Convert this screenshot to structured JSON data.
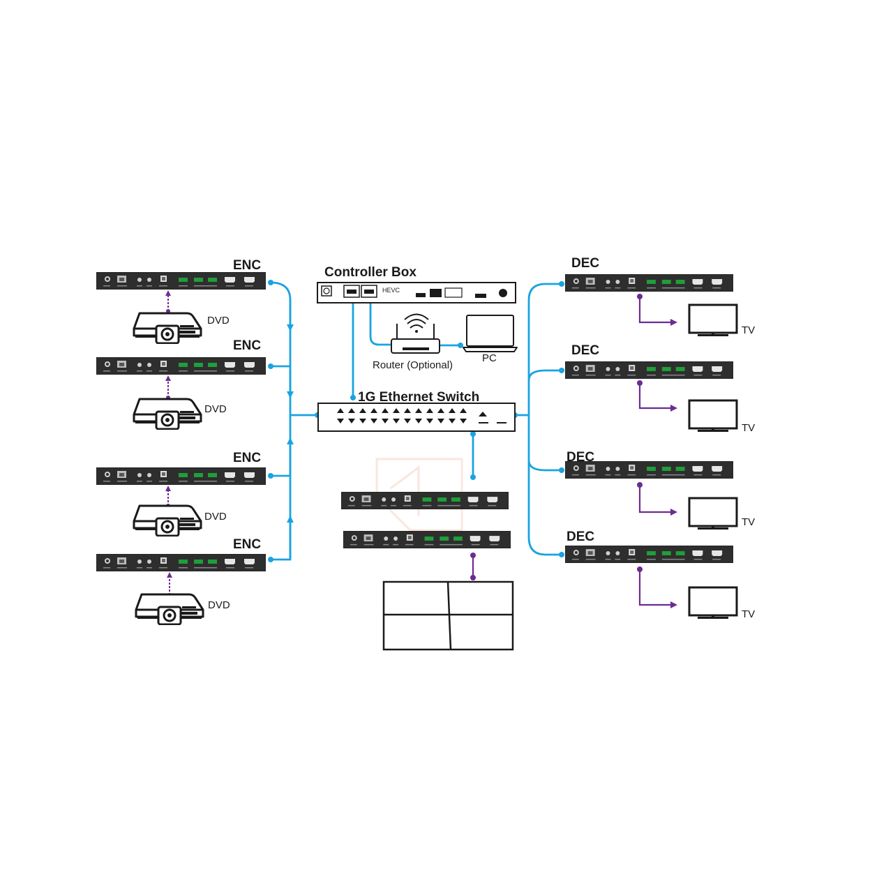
{
  "colors": {
    "network": "#1aa3e0",
    "hdmi": "#6b2c91",
    "device": "#2e2e2e",
    "terminal": "#1f9e3a"
  },
  "controller": {
    "title": "Controller Box",
    "model": "HEVC"
  },
  "router": {
    "label": "Router (Optional)"
  },
  "pc": {
    "label": "PC"
  },
  "switch": {
    "title": "1G Ethernet Switch"
  },
  "encoders": [
    {
      "label": "ENC",
      "source": "DVD"
    },
    {
      "label": "ENC",
      "source": "DVD"
    },
    {
      "label": "ENC",
      "source": "DVD"
    },
    {
      "label": "ENC",
      "source": "DVD"
    }
  ],
  "decoders": [
    {
      "label": "DEC",
      "display": "TV"
    },
    {
      "label": "DEC",
      "display": "TV"
    },
    {
      "label": "DEC",
      "display": "TV"
    },
    {
      "label": "DEC",
      "display": "TV"
    }
  ],
  "video_wall": {
    "icon": "video-wall-icon"
  }
}
